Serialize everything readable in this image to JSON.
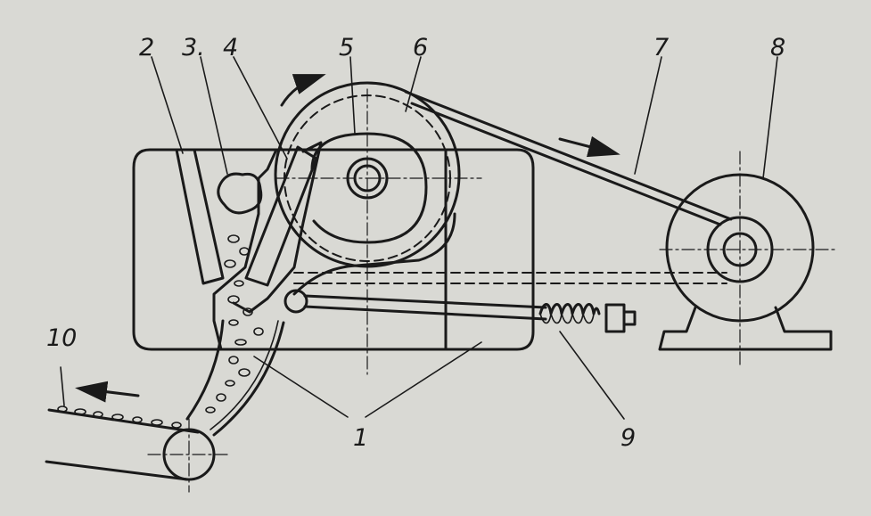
{
  "labels": {
    "l1": "1",
    "l2": "2",
    "l3": "3.",
    "l4": "4",
    "l5": "5",
    "l6": "6",
    "l7": "7",
    "l8": "8",
    "l9": "9",
    "l10": "10"
  },
  "colors": {
    "paper": "#d9d9d4",
    "ink": "#1a1a1a"
  }
}
